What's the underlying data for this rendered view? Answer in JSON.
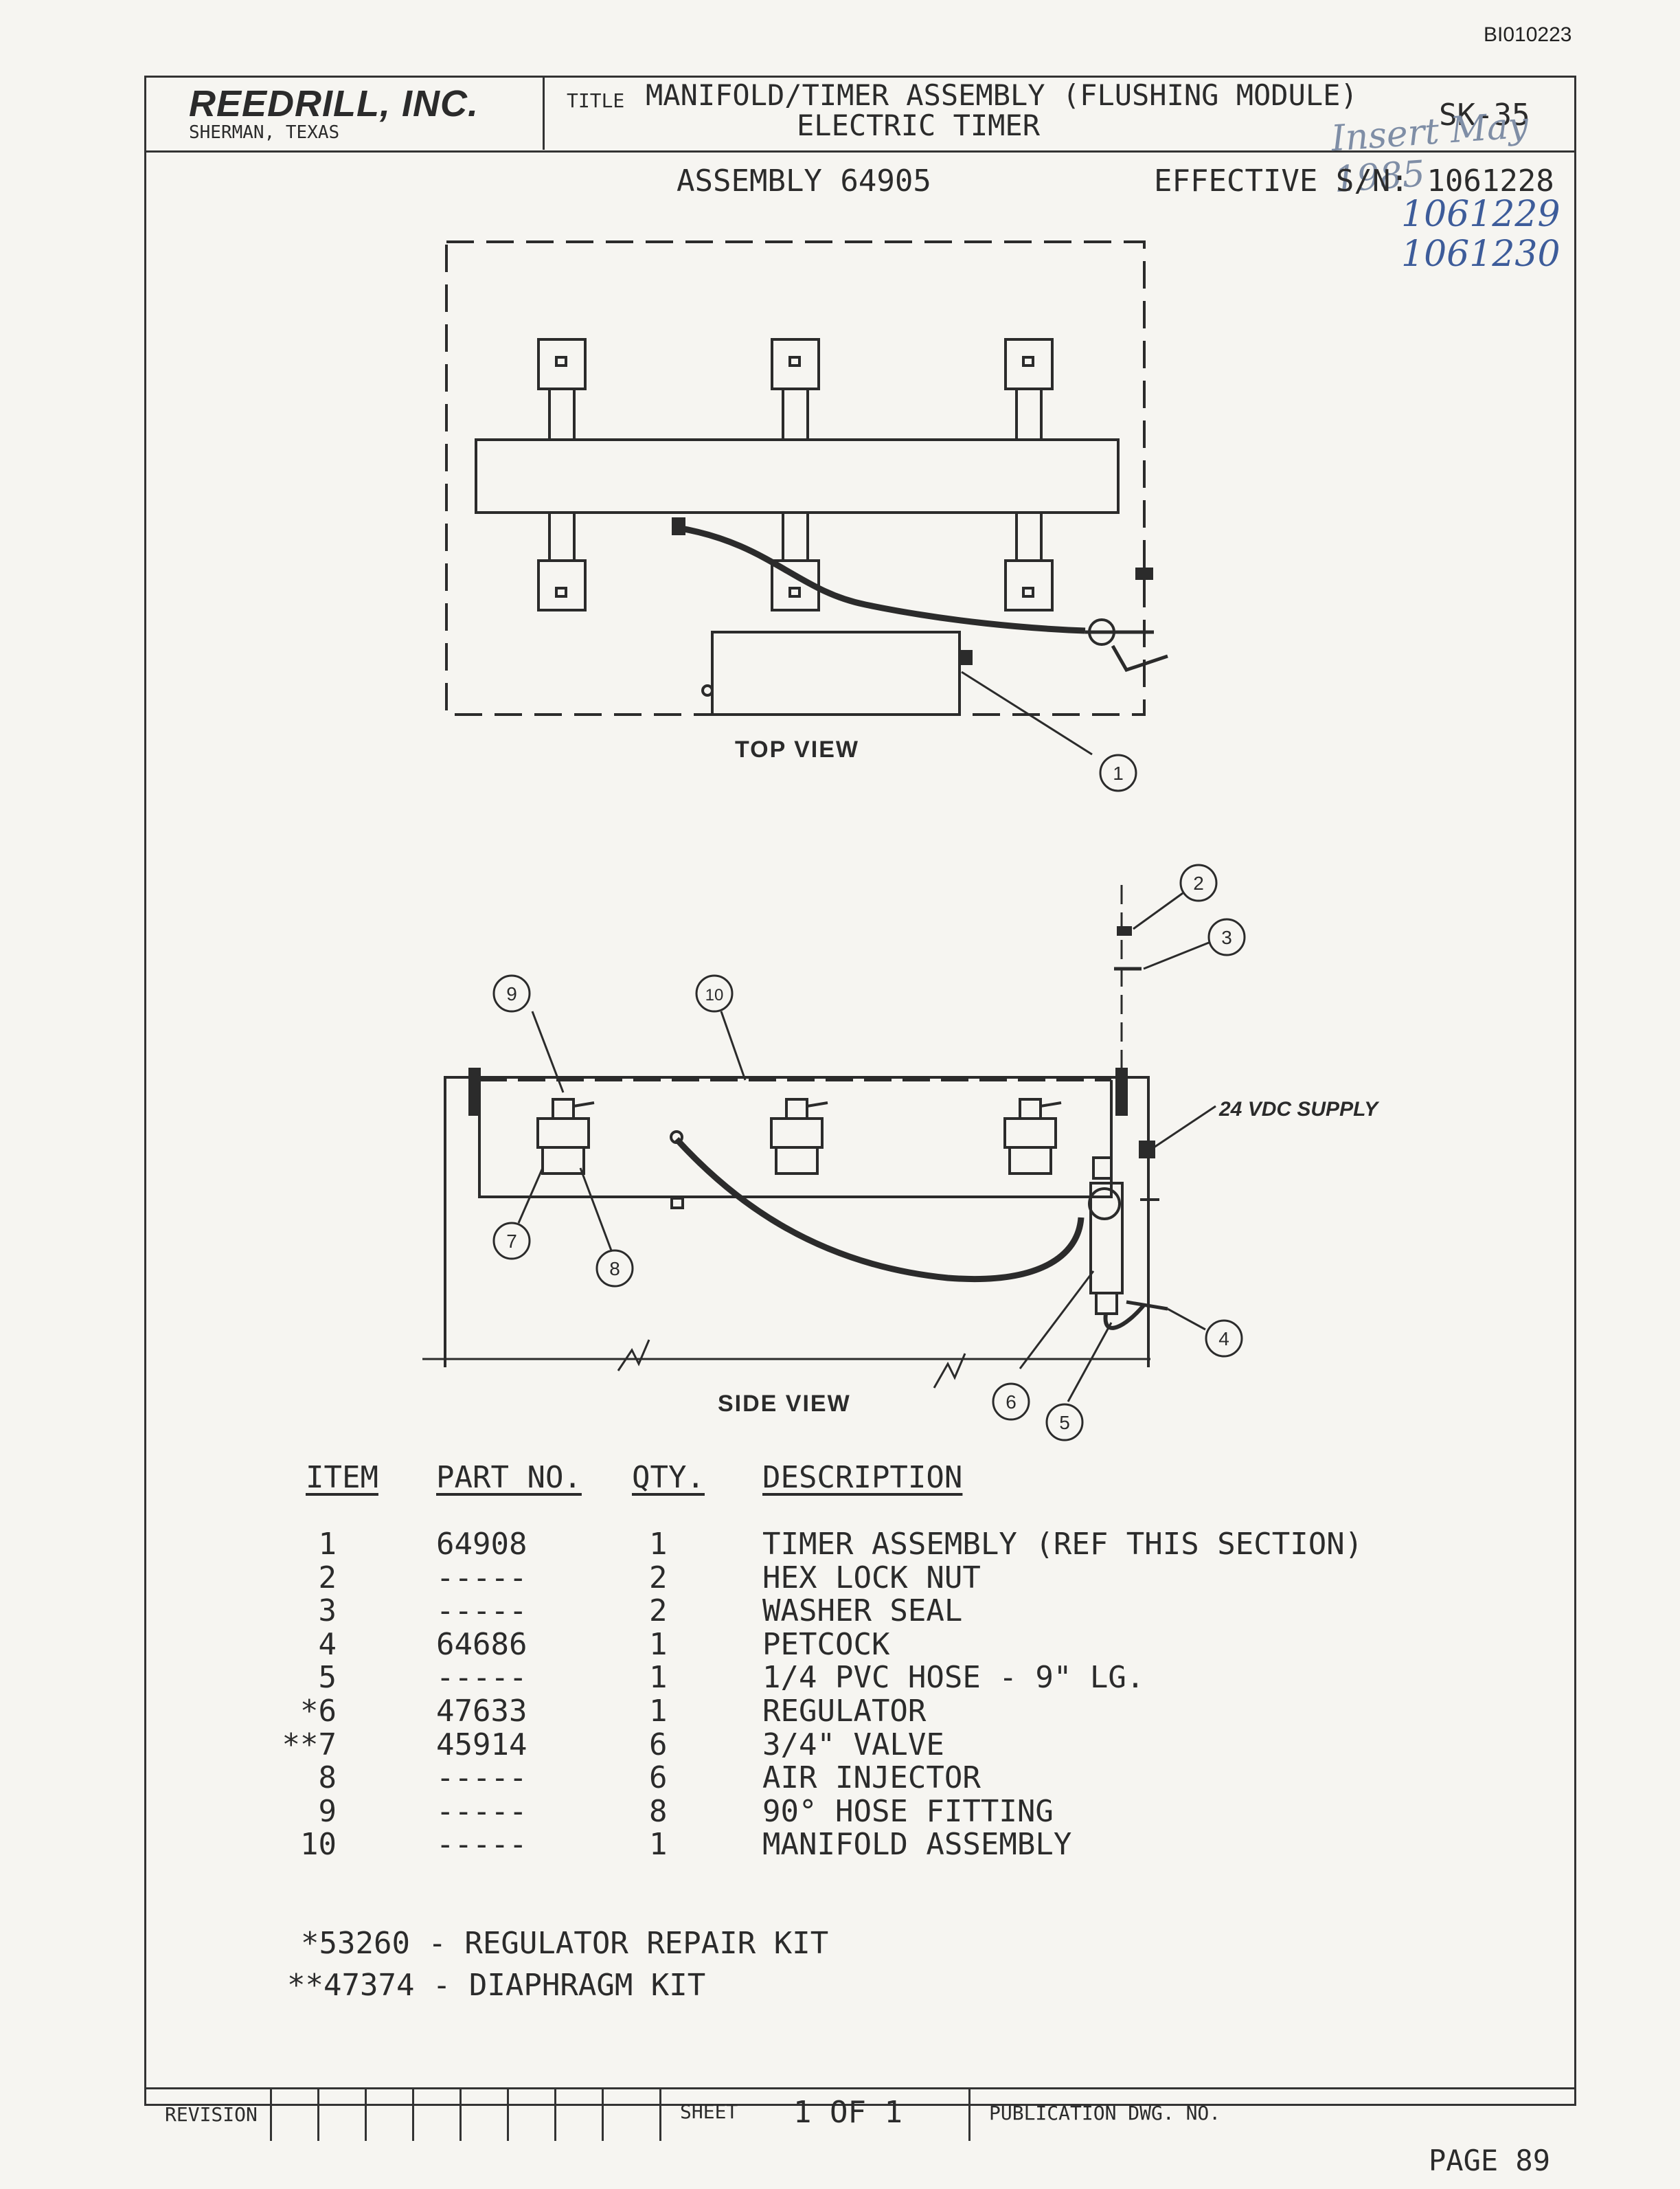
{
  "doc_id": "BI010223",
  "header": {
    "company": "REEDRILL, INC.",
    "location": "SHERMAN, TEXAS",
    "title_label": "TITLE",
    "title_line1": "MANIFOLD/TIMER ASSEMBLY (FLUSHING MODULE)",
    "title_line2": "ELECTRIC TIMER",
    "drawing_no": "SK-35",
    "handwritten_note": "Insert May 1985"
  },
  "assembly": "ASSEMBLY 64905",
  "effective_sn": "EFFECTIVE S/N: 1061228",
  "handwritten_sn": [
    "1061229",
    "1061230"
  ],
  "views": {
    "top_label": "TOP VIEW",
    "side_label": "SIDE VIEW",
    "supply_label": "24 VDC SUPPLY",
    "callouts": [
      "1",
      "2",
      "3",
      "4",
      "5",
      "6",
      "7",
      "8",
      "9",
      "10"
    ]
  },
  "table": {
    "headers": {
      "item": "ITEM",
      "part": "PART NO.",
      "qty": "QTY.",
      "desc": "DESCRIPTION"
    },
    "rows": [
      {
        "item": "1",
        "part": "64908",
        "qty": "1",
        "desc": "TIMER ASSEMBLY (REF THIS SECTION)"
      },
      {
        "item": "2",
        "part": "-----",
        "qty": "2",
        "desc": "HEX LOCK NUT"
      },
      {
        "item": "3",
        "part": "-----",
        "qty": "2",
        "desc": "WASHER SEAL"
      },
      {
        "item": "4",
        "part": "64686",
        "qty": "1",
        "desc": "PETCOCK"
      },
      {
        "item": "5",
        "part": "-----",
        "qty": "1",
        "desc": "1/4 PVC HOSE - 9\" LG."
      },
      {
        "item": "*6",
        "part": "47633",
        "qty": "1",
        "desc": "REGULATOR"
      },
      {
        "item": "**7",
        "part": "45914",
        "qty": "6",
        "desc": "3/4\" VALVE"
      },
      {
        "item": "8",
        "part": "-----",
        "qty": "6",
        "desc": "AIR INJECTOR"
      },
      {
        "item": "9",
        "part": "-----",
        "qty": "8",
        "desc": "90° HOSE FITTING"
      },
      {
        "item": "10",
        "part": "-----",
        "qty": "1",
        "desc": "MANIFOLD ASSEMBLY"
      }
    ]
  },
  "kits": {
    "kit1": "*53260 - REGULATOR REPAIR KIT",
    "kit2": "**47374 - DIAPHRAGM KIT"
  },
  "footer": {
    "revision_label": "REVISION",
    "sheet_label": "SHEET",
    "sheet_value": "1 OF 1",
    "publication_label": "PUBLICATION DWG. NO.",
    "page": "PAGE 89"
  }
}
